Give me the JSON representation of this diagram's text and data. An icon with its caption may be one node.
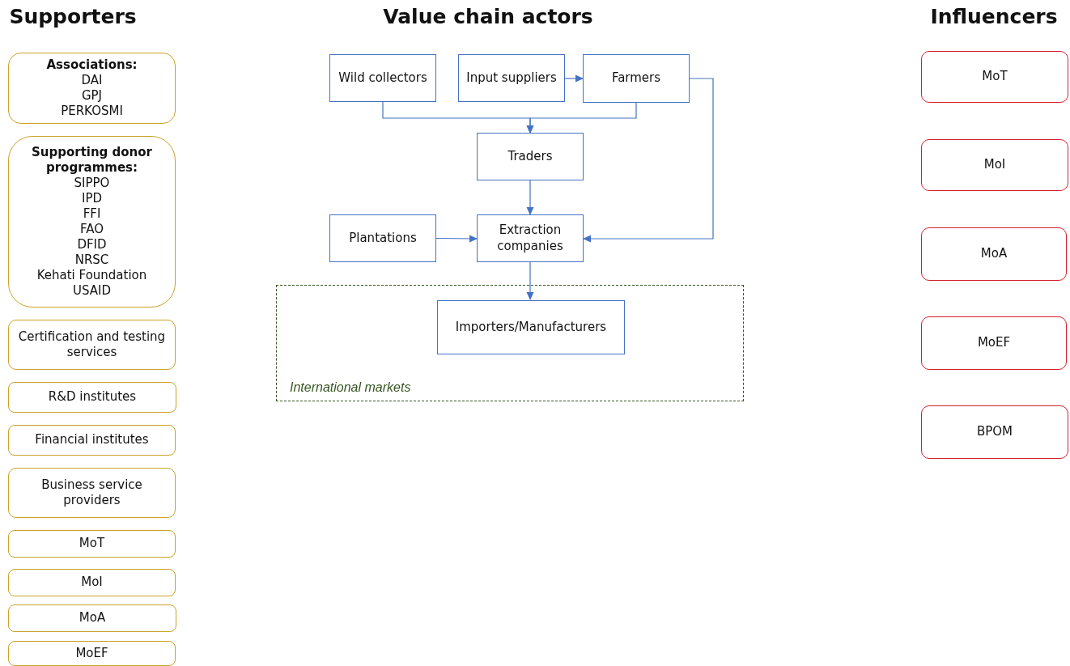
{
  "diagram": {
    "nodes": [
      {
        "text": [
          "Associations:",
          "DAI",
          "GPJ",
          "PERKOSMI"
        ]
      },
      {
        "text": [
          "Supporting donor programmes:",
          "SIPPO",
          "IPD",
          "FFI",
          "FAO",
          "DFID",
          "NRSC",
          "Kehati Foundation",
          "USAID"
        ]
      },
      {
        "text": [
          "Certification and testing services"
        ]
      },
      {
        "text": [
          "R&D institutes"
        ]
      },
      {
        "text": [
          "Financial institutes"
        ]
      },
      {
        "text": [
          "Business service providers"
        ]
      },
      {
        "text": [
          "MoT"
        ]
      },
      {
        "text": [
          "MoI"
        ]
      },
      {
        "text": [
          "MoA"
        ]
      },
      {
        "text": [
          "MoEF"
        ]
      },
      {
        "text": [
          "Wild collectors"
        ]
      },
      {
        "text": [
          "Input suppliers"
        ]
      },
      {
        "text": [
          "Farmers"
        ]
      },
      {
        "text": [
          "Traders"
        ]
      },
      {
        "text": [
          "Plantations"
        ]
      },
      {
        "text": [
          "Extraction companies"
        ]
      },
      {
        "text": [
          "International markets"
        ]
      },
      {
        "text": [
          "Importers/Manufacturers"
        ],
        "in": 16
      },
      {
        "text": [
          "MoT"
        ]
      },
      {
        "text": [
          "MoI"
        ]
      },
      {
        "text": [
          "MoA"
        ]
      },
      {
        "text": [
          "MoEF"
        ]
      },
      {
        "text": [
          "BPOM"
        ]
      }
    ],
    "edges": [
      {
        "from": 10,
        "to": 13,
        "arrow": "to"
      },
      {
        "from": 12,
        "to": 13,
        "arrow": "to"
      },
      {
        "from": 11,
        "to": 12,
        "arrow": "to"
      },
      {
        "from": 13,
        "to": 15,
        "arrow": "to"
      },
      {
        "from": 14,
        "to": 15,
        "arrow": "to"
      },
      {
        "from": 12,
        "to": 15,
        "arrow": "to"
      },
      {
        "from": 15,
        "to": 17,
        "arrow": "to"
      }
    ],
    "labels": [
      "Supporters",
      "Value chain actors",
      "Influencers"
    ]
  }
}
